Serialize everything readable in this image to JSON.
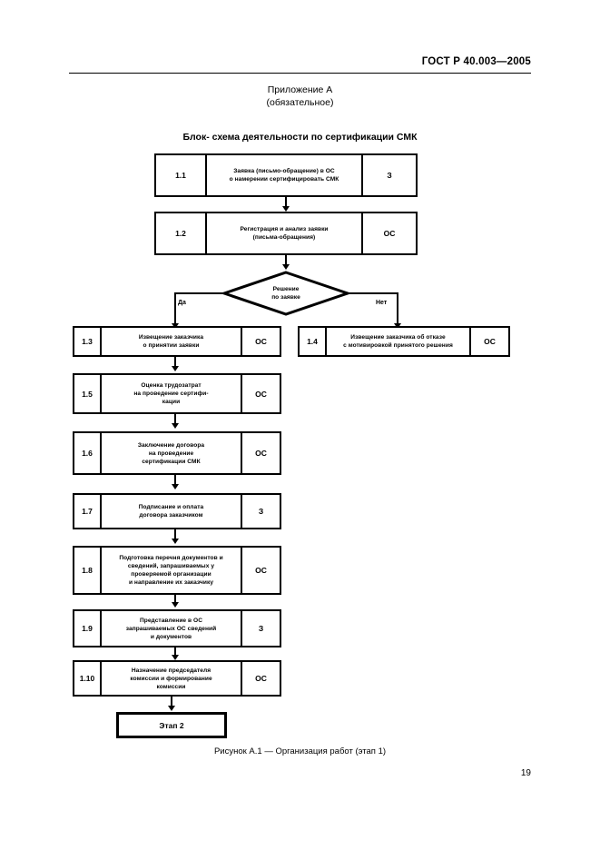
{
  "header": {
    "standard_number": "ГОСТ Р 40.003—2005"
  },
  "appendix": {
    "line1": "Приложение А",
    "line2": "(обязательное)"
  },
  "scheme_title": "Блок- схема деятельности по сертификации СМК",
  "flow": {
    "steps": [
      {
        "id": "1.1",
        "text_line1": "Заявка (письмо-обращение) в ОС",
        "text_line2": "о намерении сертифицировать СМК",
        "actor": "З"
      },
      {
        "id": "1.2",
        "text_line1": "Регистрация и анализ заявки",
        "text_line2": "(письма-обращения)",
        "actor": "ОС"
      },
      {
        "id": "1.3",
        "text_line1": "Извещение заказчика",
        "text_line2": "о принятии заявки",
        "actor": "ОС"
      },
      {
        "id": "1.4",
        "text_line1": "Извещение заказчика об отказе",
        "text_line2": "с мотивировкой принятого решения",
        "actor": "ОС"
      },
      {
        "id": "1.5",
        "text_line1": "Оценка трудозатрат",
        "text_line2": "на проведение сертифи-",
        "text_line3": "кации",
        "actor": "ОС"
      },
      {
        "id": "1.6",
        "text_line1": "Заключение договора",
        "text_line2": "на проведение",
        "text_line3": "сертификации СМК",
        "actor": "ОС"
      },
      {
        "id": "1.7",
        "text_line1": "Подписание и оплата",
        "text_line2": "договора заказчиком",
        "actor": "З"
      },
      {
        "id": "1.8",
        "text_line1": "Подготовка перечня документов и",
        "text_line2": "сведений, запрашиваемых у",
        "text_line3": "проверяемой организации",
        "text_line4": "и направление их заказчику",
        "actor": "ОС"
      },
      {
        "id": "1.9",
        "text_line1": "Представление в ОС",
        "text_line2": "запрашиваемых ОС сведений",
        "text_line3": "и документов",
        "actor": "З"
      },
      {
        "id": "1.10",
        "text_line1": "Назначение председателя",
        "text_line2": "комиссии и формирование",
        "text_line3": "комиссии",
        "actor": "ОС"
      }
    ],
    "decision": {
      "line1": "Решение",
      "line2": "по заявке",
      "branch_yes": "Да",
      "branch_no": "Нет"
    },
    "terminal": "Этап 2"
  },
  "figure_caption": "Рисунок А.1 — Организация работ (этап 1)",
  "page_number": "19"
}
